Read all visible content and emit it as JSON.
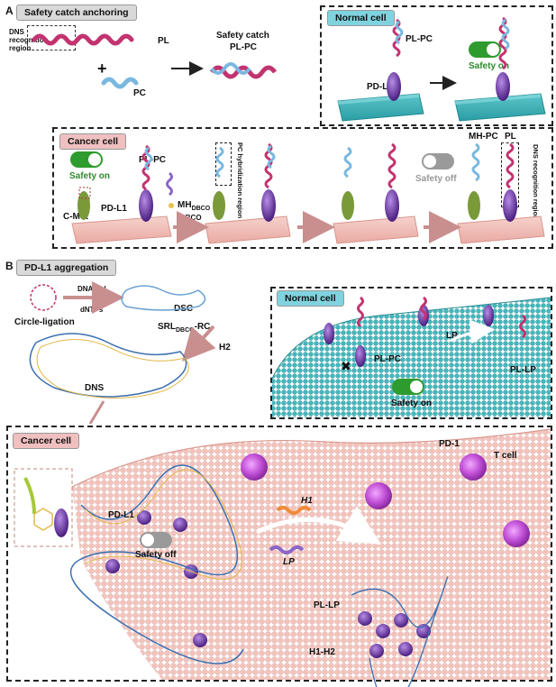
{
  "panel_a": {
    "letter": "A",
    "title": "Safety catch anchoring",
    "dns_region_label": "DNS recognition region",
    "pl_label": "PL",
    "pc_label": "PC",
    "plus": "+",
    "product_title": "Safety catch",
    "product_label": "PL-PC",
    "normal_cell": {
      "title": "Normal cell",
      "pl_pc": "PL-PC",
      "pd_l1": "PD-L1",
      "safety_on": "Safety on"
    },
    "cancer_cell": {
      "title": "Cancer cell",
      "safety_on": "Safety on",
      "pl_pc": "PL-PC",
      "mh": "MH",
      "mh_sub": "DBCO",
      "dbco": "DBCO",
      "c_met": "C-Met",
      "pd_l1": "PD-L1",
      "pc_hyb": "PC hybridization region",
      "mh_pc": "MH-PC",
      "pl": "PL",
      "safety_off": "Safety off",
      "dns_region": "DNS recognition region"
    }
  },
  "panel_b": {
    "letter": "B",
    "title": "PD-L1 aggregation",
    "dna_pol": "DNA Pol.",
    "dntps": "dNTPs",
    "circle_ligation": "Circle-ligation",
    "dsc": "DSC",
    "srl": "SRL",
    "srl_sub": "DBCO",
    "srl_suffix": "-RC",
    "h2": "H2",
    "dns": "DNS",
    "normal_cell": {
      "title": "Normal cell",
      "pl_pc": "PL-PC",
      "lp": "LP",
      "pl_lp": "PL-LP",
      "safety_on": "Safety on",
      "blocked": "✖"
    },
    "cancer_cell": {
      "title": "Cancer cell",
      "pd_1": "PD-1",
      "t_cell": "T cell",
      "pd_l1": "PD-L1",
      "h1": "H1",
      "lp": "LP",
      "safety_off": "Safety off",
      "pl_lp": "PL-LP",
      "h1_h2": "H1-H2"
    }
  },
  "colors": {
    "pl_strand": "#c2336f",
    "pc_strand": "#7ab8e0",
    "pdl1": "#6a3aa0",
    "cmet": "#7a9a3a",
    "normal_membrane": "#3fb3b8",
    "cancer_membrane": "#f1c4be",
    "toggle_on": "#2e9b2e",
    "toggle_off": "#9a9a9a",
    "tcell": "#c04fd6"
  }
}
